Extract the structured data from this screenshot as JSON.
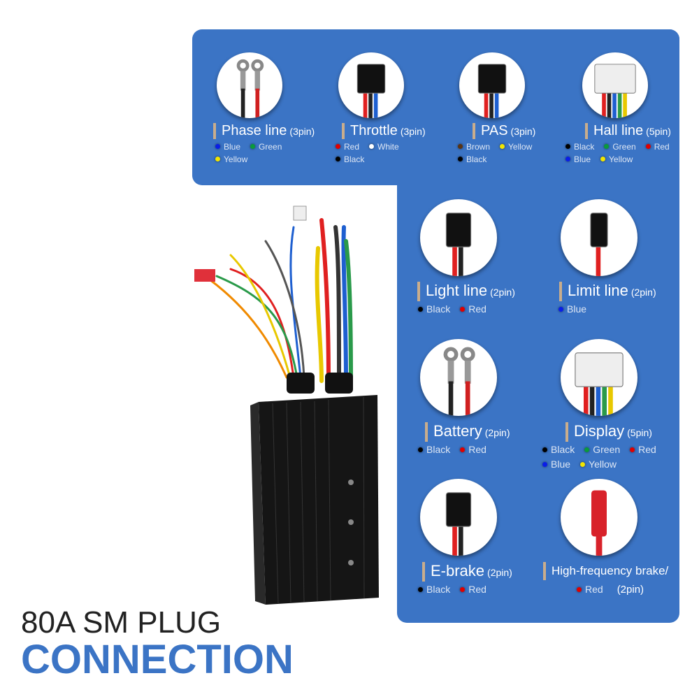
{
  "connectors": [
    {
      "name": "Phase line",
      "pin": "(3pin)",
      "colors": [
        [
          "Blue",
          "#0a1ee8"
        ],
        [
          "Green",
          "#0a9a3c"
        ],
        [
          "Yellow",
          "#f2e600"
        ]
      ],
      "icon": "ring-terminal"
    },
    {
      "name": "Throttle",
      "pin": "(3pin)",
      "colors": [
        [
          "Red",
          "#e00000"
        ],
        [
          "White",
          "#ffffff"
        ],
        [
          "Black",
          "#000000"
        ]
      ],
      "icon": "3pin-connector"
    },
    {
      "name": "PAS",
      "pin": "(3pin)",
      "colors": [
        [
          "Brown",
          "#5a3413"
        ],
        [
          "Yellow",
          "#f2e600"
        ],
        [
          "Black",
          "#000000"
        ]
      ],
      "icon": "3pin-connector"
    },
    {
      "name": "Hall line",
      "pin": "(5pin)",
      "colors": [
        [
          "Black",
          "#000000"
        ],
        [
          "Green",
          "#0a9a3c"
        ],
        [
          "Red",
          "#e00000"
        ],
        [
          "Blue",
          "#0a1ee8"
        ],
        [
          "Yellow",
          "#f2e600"
        ]
      ],
      "icon": "5pin-connector"
    },
    {
      "name": "Light line",
      "pin": "(2pin)",
      "colors": [
        [
          "Black",
          "#000000"
        ],
        [
          "Red",
          "#e00000"
        ]
      ],
      "icon": "2pin-connector"
    },
    {
      "name": "Limit line",
      "pin": "(2pin)",
      "colors": [
        [
          "Blue",
          "#0a1ee8"
        ]
      ],
      "icon": "1pin-connector"
    },
    {
      "name": "Battery",
      "pin": "(2pin)",
      "colors": [
        [
          "Black",
          "#000000"
        ],
        [
          "Red",
          "#e00000"
        ]
      ],
      "icon": "ring-terminal"
    },
    {
      "name": "Display",
      "pin": "(5pin)",
      "colors": [
        [
          "Black",
          "#000000"
        ],
        [
          "Green",
          "#0a9a3c"
        ],
        [
          "Red",
          "#e00000"
        ],
        [
          "Blue",
          "#0a1ee8"
        ],
        [
          "Yellow",
          "#f2e600"
        ]
      ],
      "icon": "5pin-connector"
    },
    {
      "name": "E-brake",
      "pin": "(2pin)",
      "colors": [
        [
          "Black",
          "#000000"
        ],
        [
          "Red",
          "#e00000"
        ]
      ],
      "icon": "2pin-connector"
    },
    {
      "name": "High-frequency brake/",
      "pin": "(2pin)",
      "colors": [
        [
          "Red",
          "#e00000"
        ]
      ],
      "icon": "red-connector"
    }
  ],
  "headline": {
    "line1": "80A SM PLUG",
    "line2": "CONNECTION"
  },
  "accent": "#3b74c5"
}
